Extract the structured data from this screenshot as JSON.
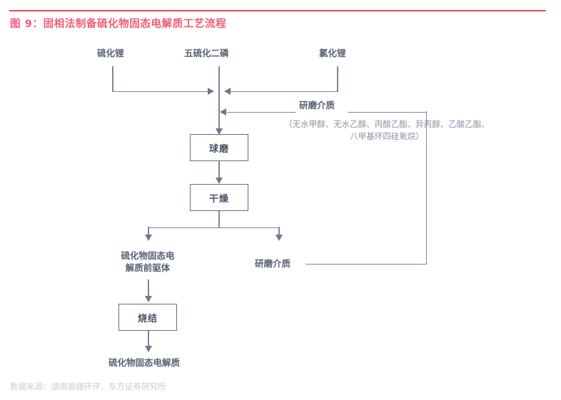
{
  "header": {
    "title": "图 9：固相法制备硫化物固态电解质工艺流程",
    "rule_color": "#ef4a62",
    "title_color": "#f45c76"
  },
  "footer": {
    "source": "数据来源：湖南恩捷环评，东方证券研究所"
  },
  "diagram": {
    "line_color": "#7c859b",
    "box_border_color": "#626e88",
    "text_color": "#5b6276",
    "inputs": [
      {
        "id": "lithium-sulfide",
        "label": "硫化锂"
      },
      {
        "id": "phosphorus-pentasulfide",
        "label": "五硫化二磷"
      },
      {
        "id": "lithium-chloride",
        "label": "氯化锂"
      }
    ],
    "grinding_media_top": {
      "label": "研磨介质",
      "note": "（无水甲醇、无水乙醇、丙酸乙酯、异丙醇、乙酸乙酯、八甲基环四硅氧烷）"
    },
    "process_steps": [
      {
        "id": "ball-mill",
        "label": "球磨"
      },
      {
        "id": "drying",
        "label": "干燥"
      },
      {
        "id": "sintering",
        "label": "烧结"
      }
    ],
    "intermediates": [
      {
        "id": "precursor",
        "label": "硫化物固态电\n解质前驱体",
        "line1": "硫化物固态电",
        "line2": "解质前驱体"
      },
      {
        "id": "grinding-media-recovered",
        "label": "研磨介质"
      }
    ],
    "output": {
      "id": "solid-electrolyte",
      "label": "硫化物固态电解质"
    }
  }
}
